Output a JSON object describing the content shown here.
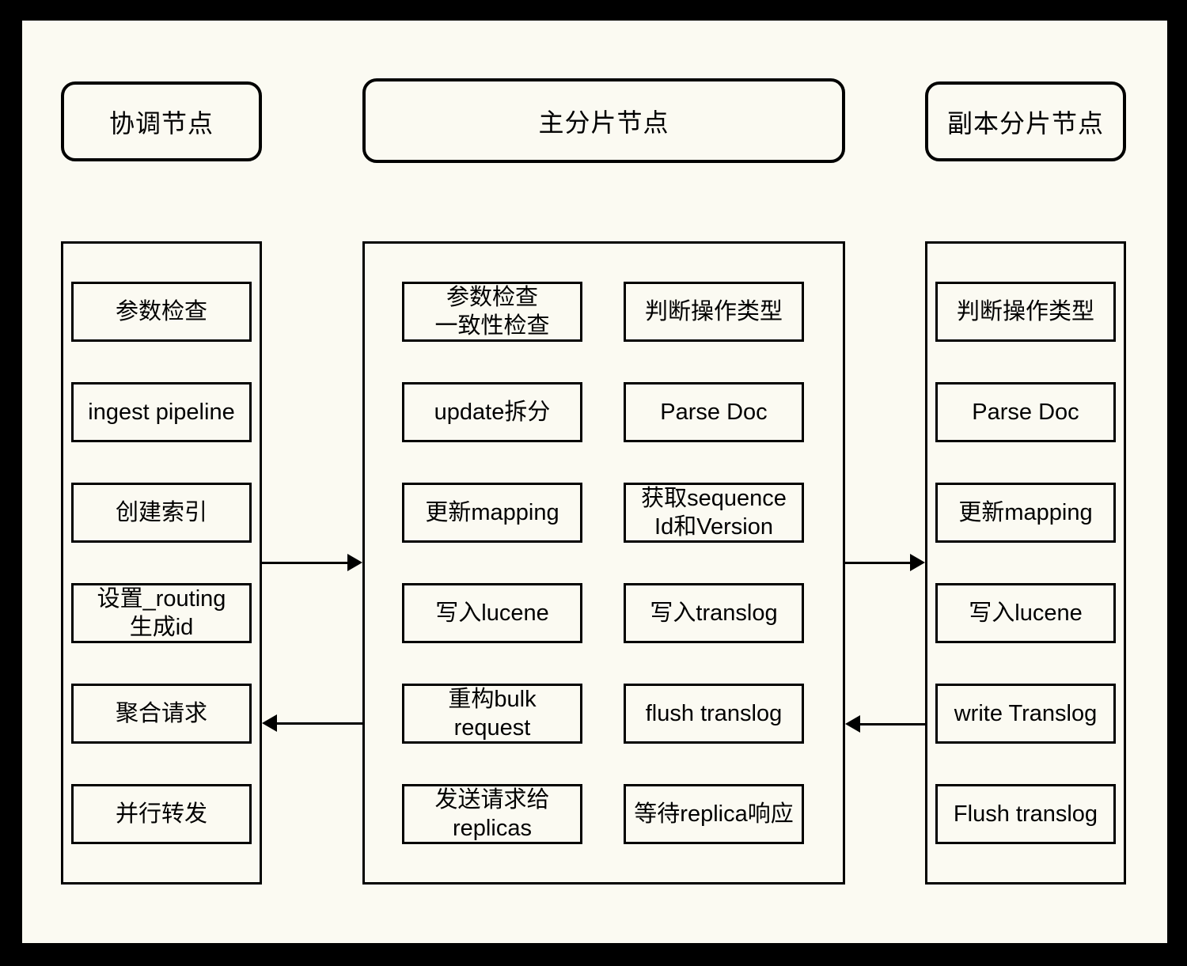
{
  "columns": [
    {
      "id": "coordinator",
      "header": "协调节点",
      "boxes": [
        "参数检查",
        "ingest pipeline",
        "创建索引",
        "设置_routing\n生成id",
        "聚合请求",
        "并行转发"
      ]
    },
    {
      "id": "primary-shard",
      "header": "主分片节点",
      "left_boxes": [
        "参数检查\n一致性检查",
        "update拆分",
        "更新mapping",
        "写入lucene",
        "重构bulk\nrequest",
        "发送请求给\nreplicas"
      ],
      "right_boxes": [
        "判断操作类型",
        "Parse Doc",
        "获取sequence\nId和Version",
        "写入translog",
        "flush translog",
        "等待replica响应"
      ]
    },
    {
      "id": "replica-shard",
      "header": "副本分片节点",
      "boxes": [
        "判断操作类型",
        "Parse Doc",
        "更新mapping",
        "写入lucene",
        "write Translog",
        "Flush translog"
      ]
    }
  ],
  "arrows": [
    {
      "from": "coordinator",
      "to": "primary-shard",
      "direction": "right"
    },
    {
      "from": "primary-shard",
      "to": "coordinator",
      "direction": "left"
    },
    {
      "from": "primary-shard",
      "to": "replica-shard",
      "direction": "right"
    },
    {
      "from": "replica-shard",
      "to": "primary-shard",
      "direction": "left"
    }
  ],
  "colors": {
    "background": "#fbfaf2",
    "frame": "#000000",
    "stroke": "#000000",
    "text": "#000000"
  }
}
